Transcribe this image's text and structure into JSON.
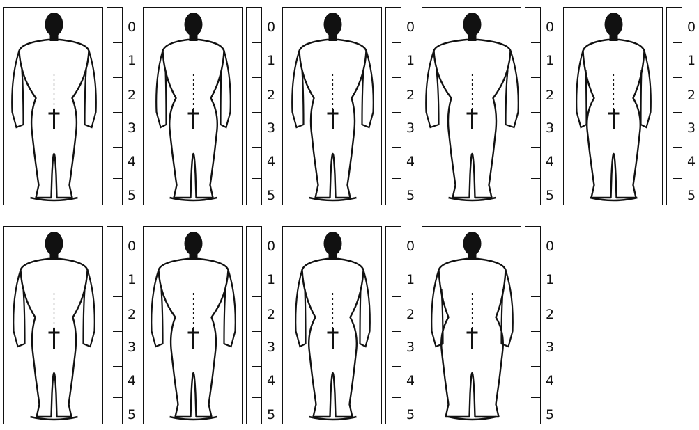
{
  "panels": [
    {
      "id": "row1-col1",
      "build": "male-muscular",
      "scale_labels": [
        "0",
        "1",
        "2",
        "3",
        "4",
        "5"
      ]
    },
    {
      "id": "row1-col2",
      "build": "female-slim",
      "scale_labels": [
        "0",
        "1",
        "2",
        "3",
        "4",
        "5"
      ]
    },
    {
      "id": "row1-col3",
      "build": "male-average",
      "scale_labels": [
        "0",
        "1",
        "2",
        "3",
        "4",
        "5"
      ]
    },
    {
      "id": "row1-col4",
      "build": "male-broad",
      "scale_labels": [
        "0",
        "1",
        "2",
        "3",
        "4",
        "5"
      ]
    },
    {
      "id": "row1-col5",
      "build": "female-average",
      "scale_labels": [
        "0",
        "1",
        "2",
        "3",
        "4",
        "5"
      ]
    },
    {
      "id": "row2-col1",
      "build": "male-average",
      "scale_labels": [
        "0",
        "1",
        "2",
        "3",
        "4",
        "5"
      ]
    },
    {
      "id": "row2-col2",
      "build": "male-muscular",
      "scale_labels": [
        "0",
        "1",
        "2",
        "3",
        "4",
        "5"
      ]
    },
    {
      "id": "row2-col3",
      "build": "female-slim",
      "scale_labels": [
        "0",
        "1",
        "2",
        "3",
        "4",
        "5"
      ]
    },
    {
      "id": "row2-col4",
      "build": "female-heavy",
      "scale_labels": [
        "0",
        "1",
        "2",
        "3",
        "4",
        "5"
      ]
    }
  ],
  "colors": {
    "ink": "#111111",
    "paper": "#ffffff"
  }
}
